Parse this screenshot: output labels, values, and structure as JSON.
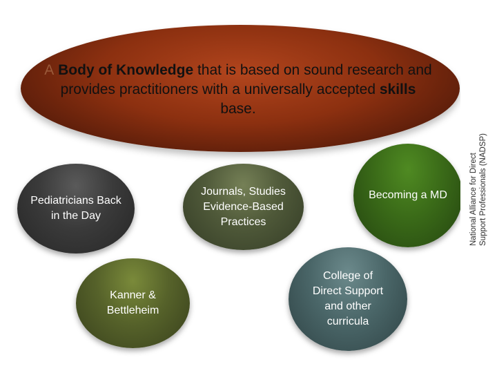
{
  "title": {
    "prefix": "A",
    "part1": " Body of Knowledge",
    "part2": " that is based on sound research and provides practitioners with a universally accepted ",
    "part3": "skills",
    "part4": " base."
  },
  "side_note": {
    "line1": "National Alliance for Direct",
    "line2": "Support Professionals (NADSP)"
  },
  "ovals": {
    "pediatricians": {
      "line1": "Pediatricians Back",
      "line2": "in the Day"
    },
    "kanner": {
      "line1": "Kanner &",
      "line2": "Bettleheim"
    },
    "journals": {
      "line1": "Journals, Studies",
      "line2": "Evidence-Based",
      "line3": "Practices"
    },
    "md": {
      "line1": "Becoming a MD"
    },
    "college": {
      "line1": "College of",
      "line2": "Direct Support",
      "line3": "and other",
      "line4": "curricula"
    }
  },
  "colors": {
    "title_ellipse": "#8c3010",
    "pediatricians": "#3a3a3a",
    "kanner": "#56622a",
    "journals": "#4f5939",
    "md": "#3a6a18",
    "college": "#4a6668"
  }
}
